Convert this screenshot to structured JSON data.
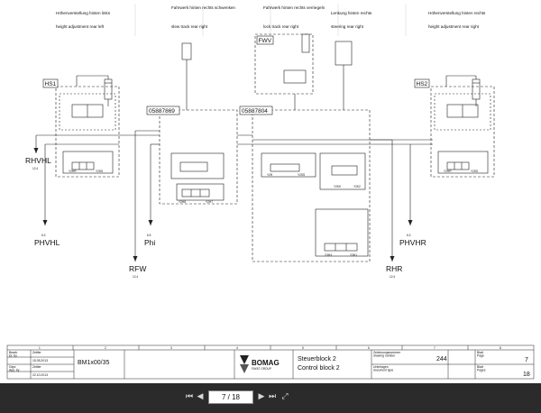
{
  "headers": [
    {
      "de": "Höhenverstellung hinten links",
      "en": "height adjustment rear left"
    },
    {
      "de": "Fahrwerk hinten rechts schwenken",
      "en": "slew track rear right"
    },
    {
      "de": "Fahrwerk hinten rechts verriegeln",
      "en": "lock track rear right"
    },
    {
      "de": "Lenkung hinten rechts",
      "en": "steering rear right"
    },
    {
      "de": "Höhenverstellung hinten rechts",
      "en": "height adjustment rear right"
    }
  ],
  "blocks": {
    "hs1": "HS1",
    "hs2": "HS2",
    "fwv": "FWV",
    "b1": "05887869",
    "b2": "05887804"
  },
  "ports": {
    "rhvhl": "RHVHL",
    "rhvhl_ref": "12.4",
    "phvhl_ref": "6.3",
    "phvhl": "PHVHL",
    "phi_ref": "6.5",
    "phi": "Phi",
    "rfw": "RFW",
    "rfw_ref": "12.4",
    "rhr": "RHR",
    "rhr_ref": "12.4",
    "phvhr_ref": "6.3",
    "phvhr": "PHVHR"
  },
  "valves": [
    "Y2HR",
    "Y2SS",
    "Y2H8",
    "Y2H7",
    "Y2H",
    "Y2SS",
    "Y2K5",
    "Y2K2",
    "Y3H3",
    "Y3H1",
    "Y2HR",
    "Y2SS"
  ],
  "ruler": [
    "1",
    "2",
    "3",
    "4",
    "5",
    "6",
    "7",
    "8"
  ],
  "title_block": {
    "r1_de": "Bearb.",
    "r1_en": "Dr. by",
    "r1_val": "Zettler",
    "r1_date": "15.05.2013",
    "r2_de": "Gepr.",
    "r2_en": "App. by",
    "r2_val": "Zettler",
    "r2_date": "22.10.2013",
    "model": "BM1x00/35",
    "brand": "BOMAG",
    "brand_sub": "FAYAT GROUP",
    "title_de": "Steuerblock 2",
    "title_en": "Control block 2",
    "drawing_no_de": "Zeichnungsnummer",
    "drawing_no_en": "drawing number",
    "drawing_no": "244",
    "doc_de": "Unterlagen",
    "doc_en": "document type",
    "sheet_de": "Blatt",
    "sheet_en": "Page",
    "sheet": "7",
    "total_de": "Blatt",
    "total_en": "Pages",
    "total": "18"
  },
  "viewer": {
    "first": "⏮",
    "prev": "◀",
    "page": "7 / 18",
    "next": "▶",
    "last": "⏭",
    "fit": "⤢"
  }
}
